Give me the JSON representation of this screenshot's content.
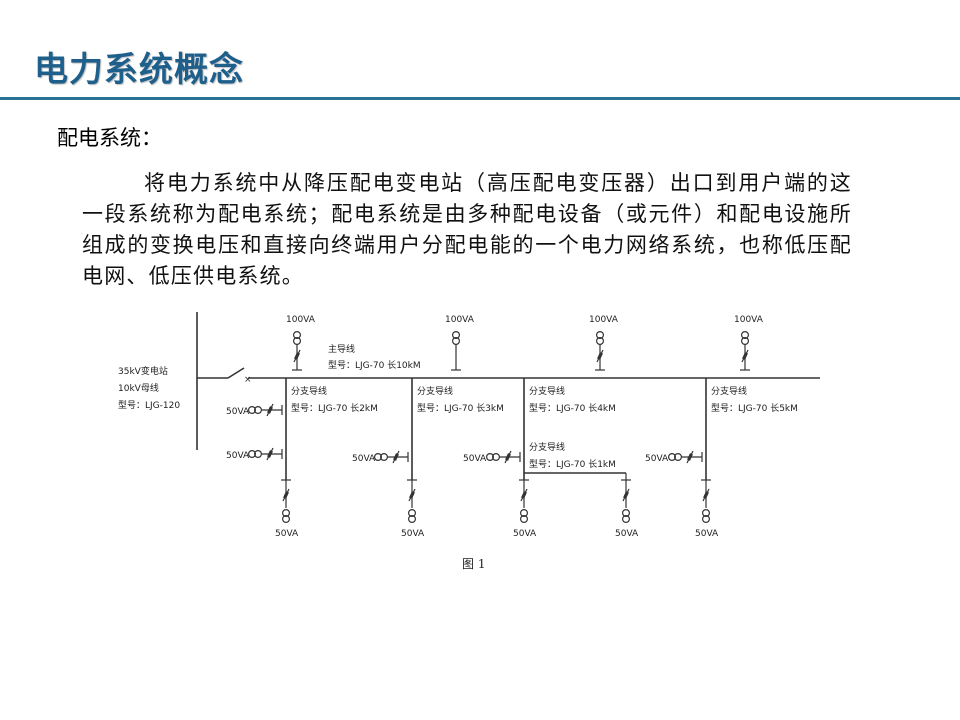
{
  "slide": {
    "title": "电力系统概念",
    "section_label": "配电系统：",
    "paragraph": "将电力系统中从降压配电变电站（高压配电变压器）出口到用户端的这一段系统称为配电系统；配电系统是由多种配电设备（或元件）和配电设施所组成的变换电压和直接向终端用户分配电能的一个电力网络系统，也称低压配电网、低压供电系统。"
  },
  "diagram": {
    "substation": [
      "35kV变电站",
      "10kV母线",
      "型号：LJG-120"
    ],
    "main_line": [
      "主导线",
      "型号：LJG-70 长10kM"
    ],
    "branches": [
      [
        "分支导线",
        "型号：LJG-70 长2kM"
      ],
      [
        "分支导线",
        "型号：LJG-70 长3kM"
      ],
      [
        "分支导线",
        "型号：LJG-70 长4kM"
      ],
      [
        "分支导线",
        "型号：LJG-70 长1kM"
      ],
      [
        "分支导线",
        "型号：LJG-70 长5kM"
      ]
    ],
    "transformer_100": "100VA",
    "transformer_50": "50VA",
    "caption": "图 1"
  }
}
